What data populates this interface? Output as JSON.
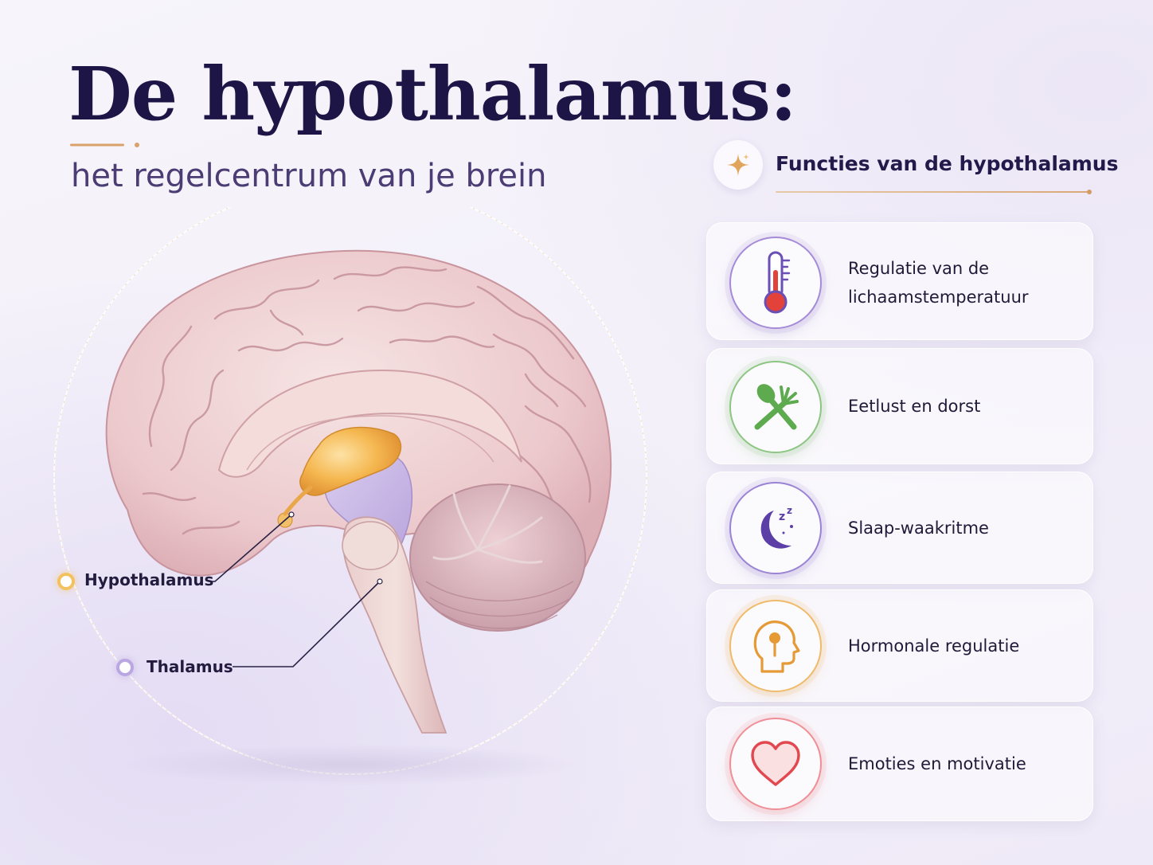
{
  "header": {
    "title": "De hypothalamus:",
    "subtitle": "het regelcentrum van je brein"
  },
  "brain": {
    "labels": {
      "hypothalamus": "Hypothalamus",
      "thalamus": "Thalamus"
    }
  },
  "functions": {
    "title": "Functies van de hypothalamus",
    "items": [
      {
        "label": "Regulatie van de lichaamstemperatuur",
        "icon": "thermometer-icon",
        "color": "#8a6ccf"
      },
      {
        "label": "Eetlust en dorst",
        "icon": "spoon-fork-icon",
        "color": "#6fb563"
      },
      {
        "label": "Slaap-waakritme",
        "icon": "moon-sleep-icon",
        "color": "#7b5cc8"
      },
      {
        "label": "Hormonale regulatie",
        "icon": "head-gland-icon",
        "color": "#eba84a"
      },
      {
        "label": "Emoties en motivatie",
        "icon": "heart-icon",
        "color": "#e8636a"
      }
    ]
  },
  "colors": {
    "title": "#1c1545",
    "subtitle": "#4b3c74",
    "accent_gold": "#d9a26a",
    "hypothalamus_highlight": "#f2b14a"
  }
}
